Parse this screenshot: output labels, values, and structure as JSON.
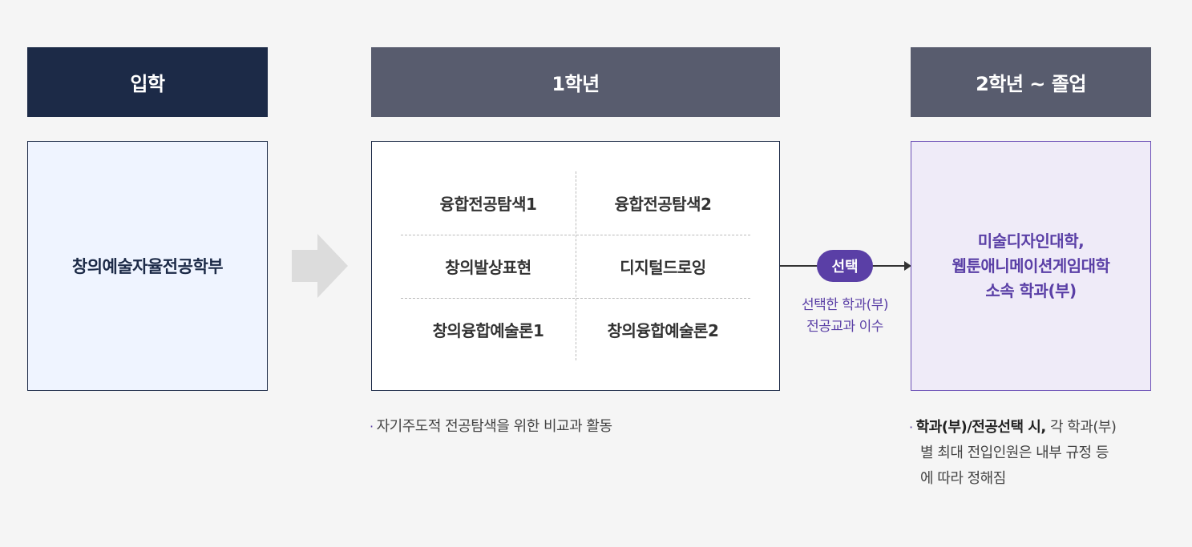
{
  "stages": {
    "admission": {
      "title": "입학",
      "body": "창의예술자율전공학부"
    },
    "year1": {
      "title": "1학년",
      "courses": [
        "융합전공탐색1",
        "융합전공탐색2",
        "창의발상표현",
        "디지털드로잉",
        "창의융합예술론1",
        "창의융합예술론2"
      ]
    },
    "year2_graduation": {
      "title": "2학년 ~ 졸업",
      "body_lines": [
        "미술디자인대학,",
        "웹툰애니메이션게임대학",
        "소속 학과(부)"
      ]
    }
  },
  "connector": {
    "pill_label": "선택",
    "caption_lines": [
      "선택한 학과(부)",
      "전공교과 이수"
    ]
  },
  "notes": {
    "year1_note": "자기주도적 전공탐색을 위한 비교과 활동",
    "graduation_note": {
      "bold": "학과(부)/전공선택 시,",
      "line1_rest": " 각 학과(부)",
      "line2": "별 최대 전입인원은 내부 규정 등",
      "line3": "에 따라 정해짐"
    }
  },
  "icons": {
    "bullet": "·",
    "flow_arrow": "right-arrow-icon"
  },
  "colors": {
    "navy": "#1c2a47",
    "slate": "#585c6e",
    "purple": "#5a3fa6",
    "light_blue": "#eff4ff",
    "light_purple": "#efebf8",
    "arrow_gray": "#dcdcdc"
  }
}
